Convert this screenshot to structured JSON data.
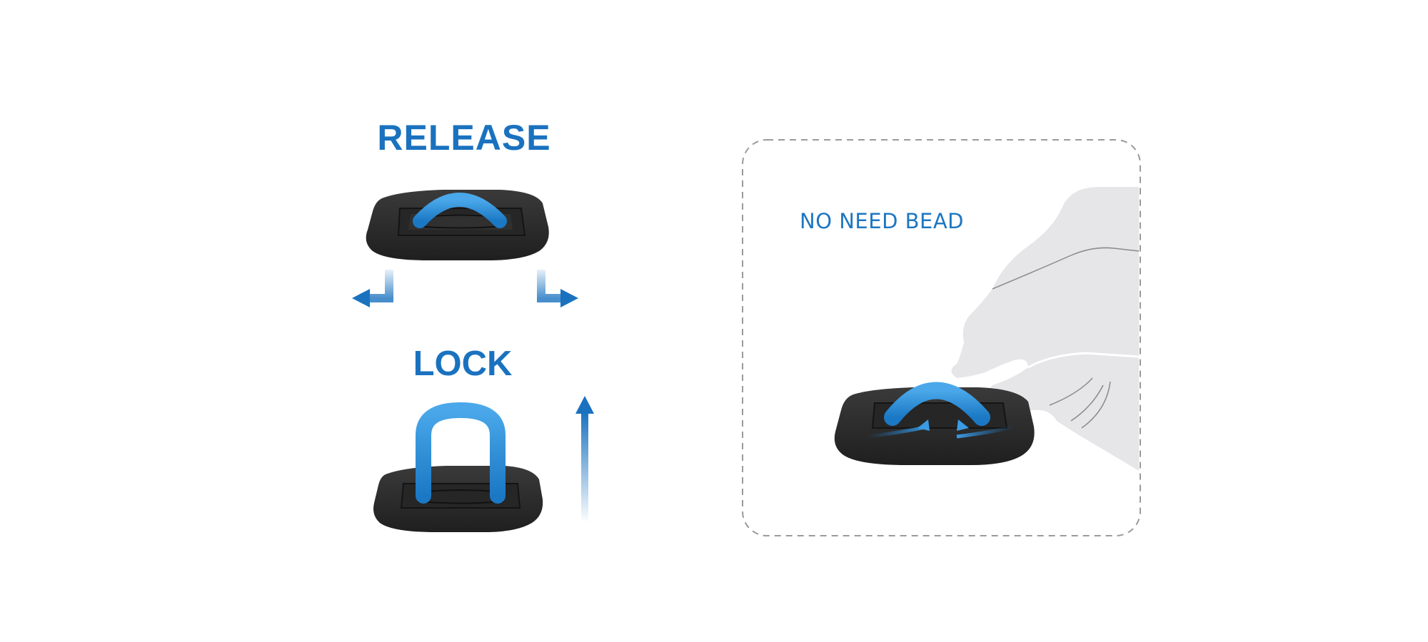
{
  "labels": {
    "release": "RELEASE",
    "lock": "LOCK",
    "no_need_bead": "NO NEED BEAD"
  },
  "colors": {
    "accent_blue": "#1a72bf",
    "handle_blue": "#2f8fd8",
    "base_black": "#2b2b2b",
    "hand_gray": "#e6e6e8",
    "dashed_border": "#9a9a9a"
  },
  "icons": {
    "release_base": "d-ring-base-released-icon",
    "lock_base": "d-ring-base-locked-icon",
    "pinch_base": "d-ring-base-pinch-icon",
    "left_arrow": "arrow-down-left-icon",
    "right_arrow": "arrow-down-right-icon",
    "up_arrow": "arrow-up-icon",
    "hand": "hand-icon"
  }
}
